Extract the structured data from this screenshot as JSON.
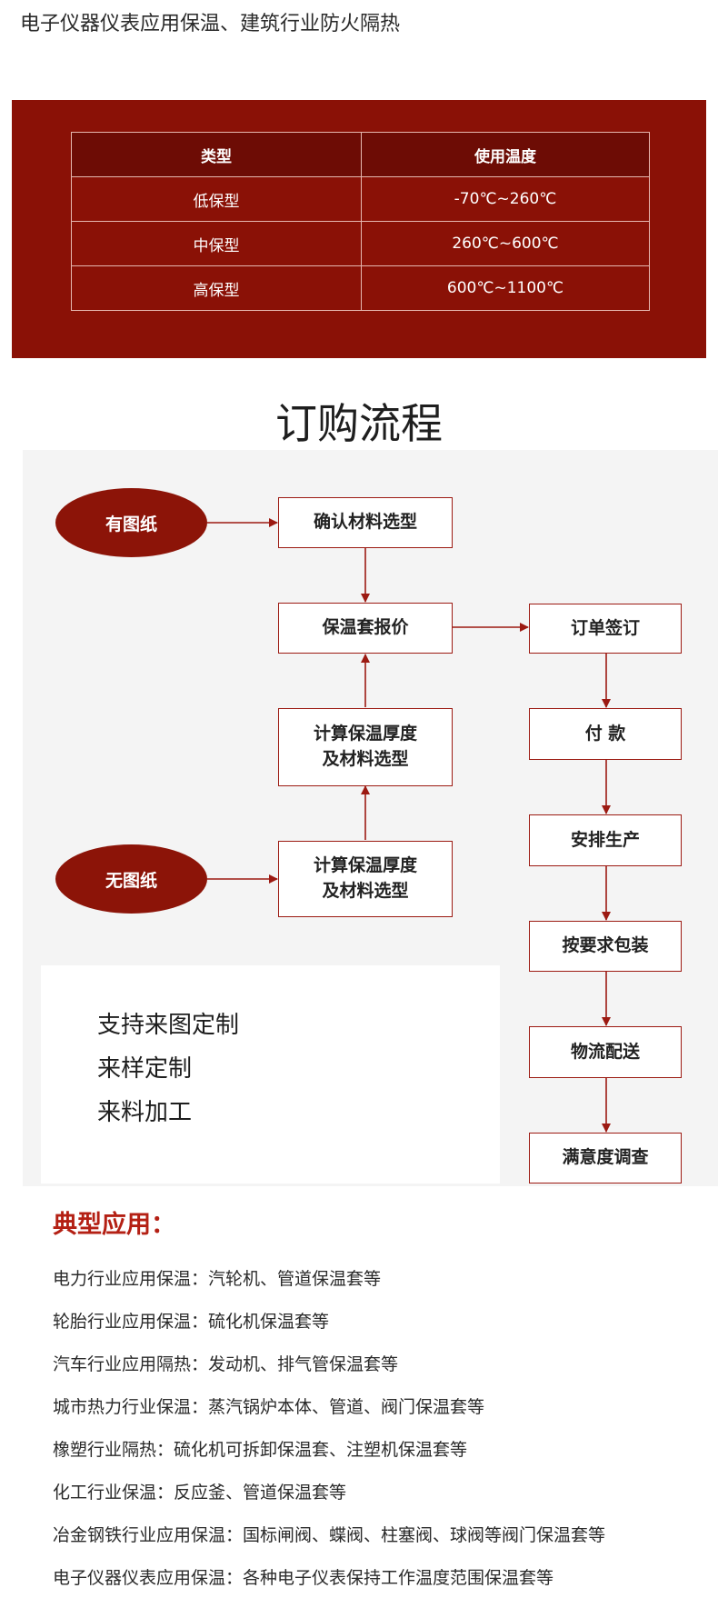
{
  "header": {
    "subtitle_line": "电子仪器仪表应用保温、建筑行业防火隔热"
  },
  "temperature_table": {
    "headers": [
      "类型",
      "使用温度"
    ],
    "rows": [
      [
        "低保型",
        "-70℃~260℃"
      ],
      [
        "中保型",
        "260℃~600℃"
      ],
      [
        "高保型",
        "600℃~1100℃"
      ]
    ]
  },
  "order_process": {
    "title": "订购流程",
    "ovals": {
      "with_drawing": "有图纸",
      "without_drawing": "无图纸"
    },
    "steps": {
      "confirm_material": "确认材料选型",
      "quote": "保温套报价",
      "calc_upper": "计算保温厚度\n及材料选型",
      "calc_lower": "计算保温厚度\n及材料选型",
      "sign_order": "订单签订",
      "payment": "付 款",
      "production": "安排生产",
      "packaging": "按要求包装",
      "logistics": "物流配送",
      "survey": "满意度调查"
    },
    "notes": [
      "支持来图定制",
      "来样定制",
      "来料加工"
    ]
  },
  "applications": {
    "title": "典型应用：",
    "items": [
      "电力行业应用保温：汽轮机、管道保温套等",
      "轮胎行业应用保温：硫化机保温套等",
      "汽车行业应用隔热：发动机、排气管保温套等",
      "城市热力行业保温：蒸汽锅炉本体、管道、阀门保温套等",
      "橡塑行业隔热：硫化机可拆卸保温套、注塑机保温套等",
      "化工行业保温：反应釜、管道保温套等",
      "冶金钢铁行业应用保温：国标闸阀、蝶阀、柱塞阀、球阀等阀门保温套等",
      "电子仪器仪表应用保温：各种电子仪表保持工作温度范围保温套等"
    ]
  },
  "colors": {
    "brand_red": "#8a1106",
    "accent_red": "#b42014",
    "border_red": "#9c1a12"
  }
}
